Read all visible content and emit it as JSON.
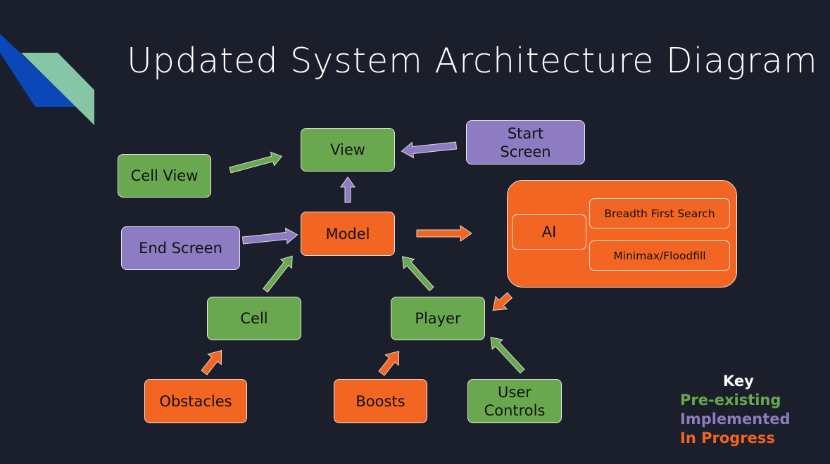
{
  "title": "Updated System Architecture Diagram",
  "nodes": {
    "view": "View",
    "start_screen": "Start\nScreen",
    "cell_view": "Cell View",
    "model": "Model",
    "end_screen": "End Screen",
    "cell": "Cell",
    "player": "Player",
    "obstacles": "Obstacles",
    "boosts": "Boosts",
    "user_controls": "User\nControls",
    "ai": "AI",
    "bfs": "Breadth First Search",
    "minimax": "Minimax/Floodfill"
  },
  "key": {
    "title": "Key",
    "pre_existing": "Pre-existing",
    "implemented": "Implemented",
    "in_progress": "In Progress"
  },
  "colors": {
    "background": "#1b1f2b",
    "pre_existing": "#6aa84f",
    "implemented": "#8e7cc3",
    "in_progress": "#f26522",
    "accent_blue": "#0b47b8",
    "accent_teal": "#86c5a5"
  }
}
